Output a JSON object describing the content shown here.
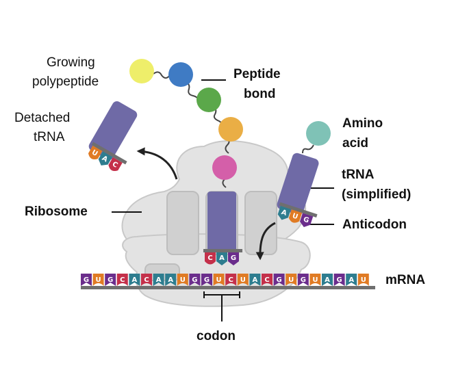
{
  "labels": {
    "growing_polypeptide": [
      "Growing",
      "polypeptide"
    ],
    "detached_trna": [
      "Detached",
      "tRNA"
    ],
    "peptide_bond": [
      "Peptide",
      "bond"
    ],
    "amino_acid": [
      "Amino",
      "acid"
    ],
    "trna_simplified": [
      "tRNA",
      "(simplified)"
    ],
    "ribosome": "Ribosome",
    "anticodon": "Anticodon",
    "mrna": "mRNA",
    "codon": "codon"
  },
  "mrna_sequence": [
    "G",
    "U",
    "G",
    "C",
    "A",
    "C",
    "A",
    "A",
    "U",
    "G",
    "G",
    "U",
    "C",
    "U",
    "A",
    "C",
    "G",
    "U",
    "G",
    "U",
    "A",
    "G",
    "A",
    "U"
  ],
  "active_anticodon": [
    "C",
    "A",
    "G"
  ],
  "detached_anticodon": [
    "U",
    "A",
    "C"
  ],
  "incoming_anticodon": [
    "A",
    "U",
    "G"
  ],
  "colors": {
    "G": "#6b2d8c",
    "U": "#e07b24",
    "C": "#c4304a",
    "A": "#2e7d8f",
    "ribosome": "#e2e2e2",
    "trna": "#6f6aa6",
    "peptide_chain": [
      "#eeee6a",
      "#3f7bc4",
      "#5ba84a",
      "#eaae45",
      "#d45fa9"
    ],
    "amino_acid": "#7fc2b6"
  }
}
